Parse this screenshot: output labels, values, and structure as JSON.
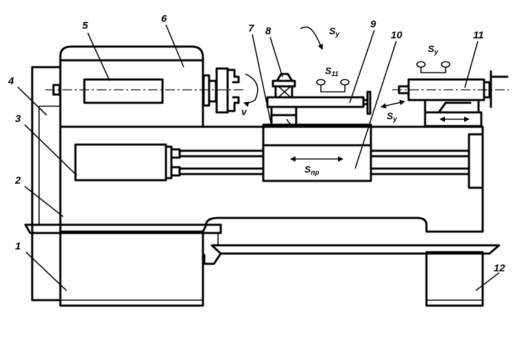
{
  "labels": {
    "l1": "1",
    "l2": "2",
    "l3": "3",
    "l4": "4",
    "l5": "5",
    "l6": "6",
    "l7": "7",
    "l8": "8",
    "l9": "9",
    "l10": "10",
    "l11": "11",
    "l12": "12"
  },
  "symbols": {
    "v": "v",
    "sy_top": "S",
    "sy_top_sub": "y",
    "sy_tail": "S",
    "sy_tail_sub": "y",
    "s11": "S",
    "s11_sub": "11",
    "sy_mid": "S",
    "sy_mid_sub": "y",
    "spr": "S",
    "spr_sub": "пр"
  }
}
